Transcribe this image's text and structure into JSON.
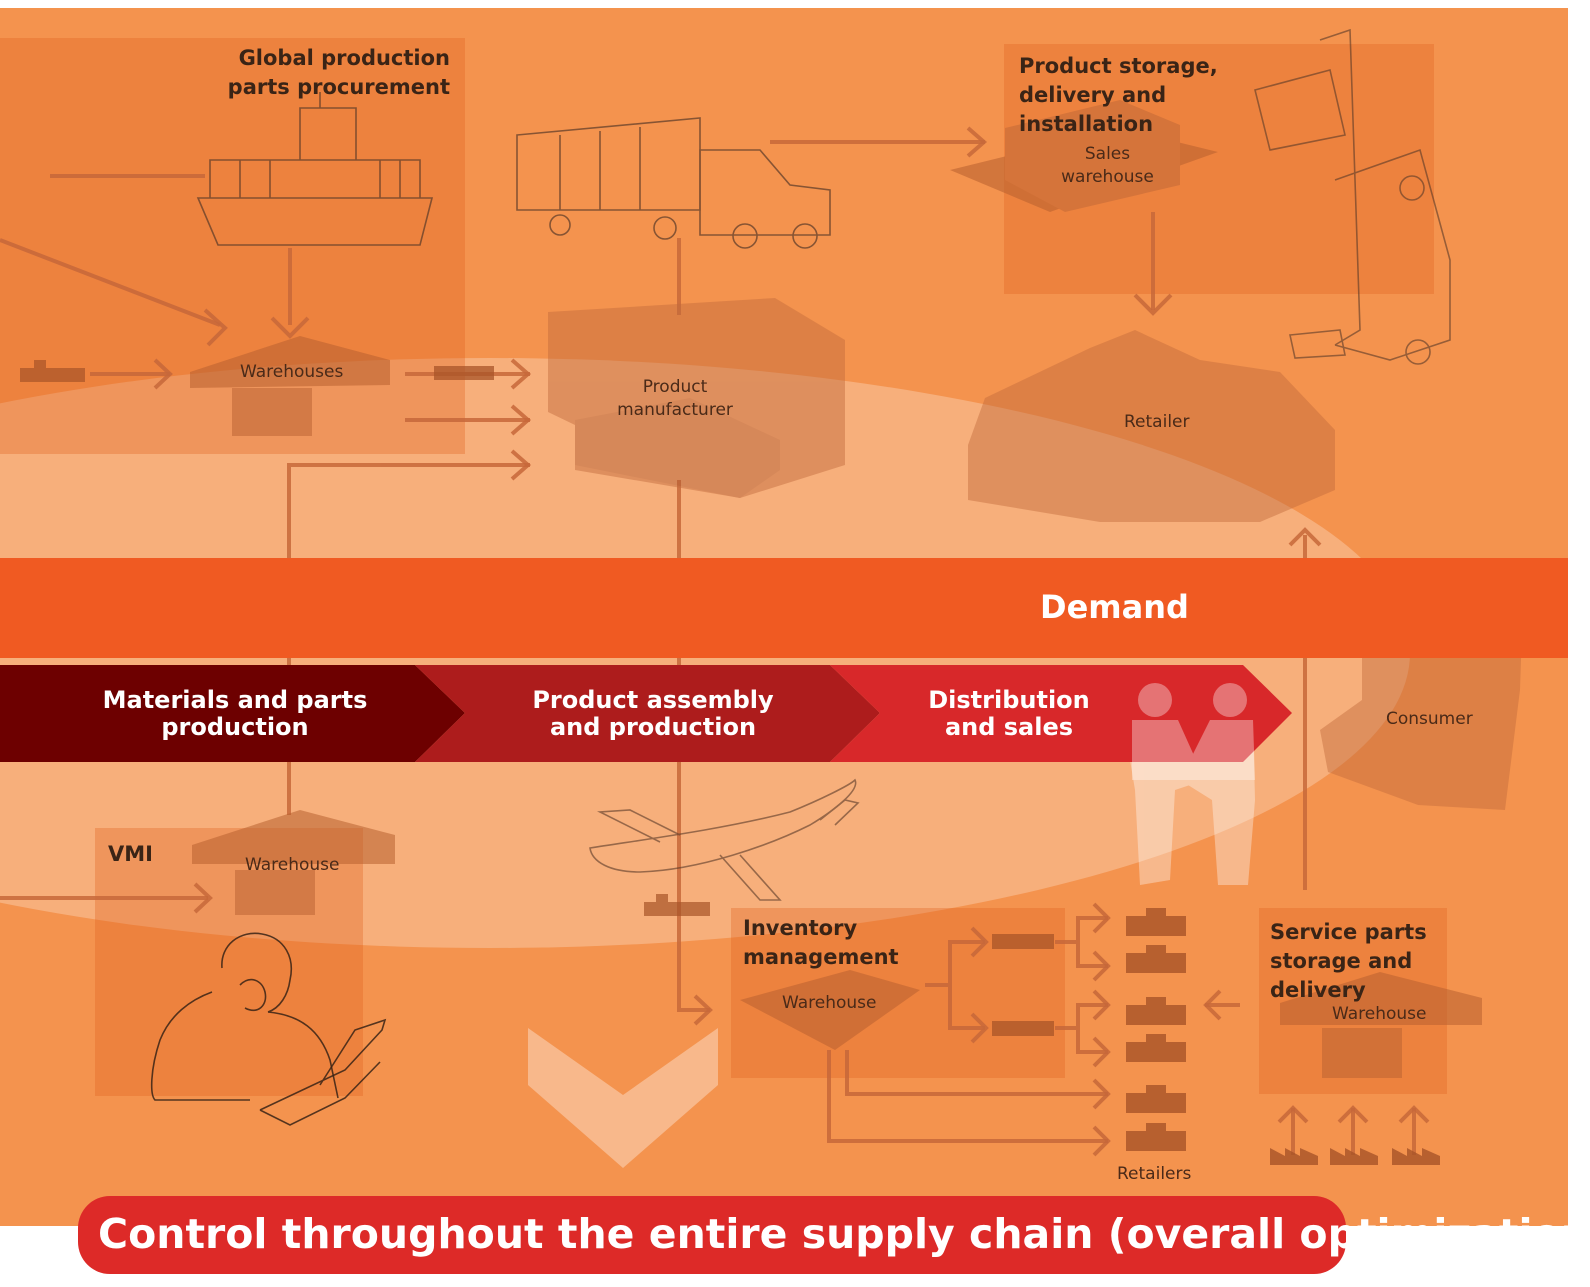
{
  "colors": {
    "background": "#f4934e",
    "demand_band": "#f05a22",
    "stage1": "#6d0000",
    "stage2": "#ad1c1c",
    "stage3": "#d8282a",
    "banner": "#dd2a28"
  },
  "sections": {
    "global_procurement": "Global production parts procurement",
    "product_storage": "Product storage, delivery and installation",
    "vmi": "VMI",
    "inventory_management": "Inventory management",
    "service_parts": "Service parts storage and delivery"
  },
  "labels": {
    "warehouses": "Warehouses",
    "product_manufacturer": "Product manufacturer",
    "sales_warehouse": "Sales warehouse",
    "retailer": "Retailer",
    "consumer": "Consumer",
    "vmi_warehouse": "Warehouse",
    "inventory_warehouse": "Warehouse",
    "service_warehouse": "Warehouse",
    "retailers": "Retailers"
  },
  "demand": "Demand",
  "stages": [
    {
      "label": "Materials and parts production"
    },
    {
      "label": "Product assembly and production"
    },
    {
      "label": "Distribution and sales"
    }
  ],
  "banner": "Control throughout the entire supply chain (overall optimization)",
  "icons": [
    "container-ship-icon",
    "truck-icon",
    "factory-icon",
    "forklift-icon",
    "airplane-icon",
    "handshake-icon",
    "house-icon",
    "person-on-phone-icon",
    "laptop-icon",
    "shop-icon"
  ]
}
